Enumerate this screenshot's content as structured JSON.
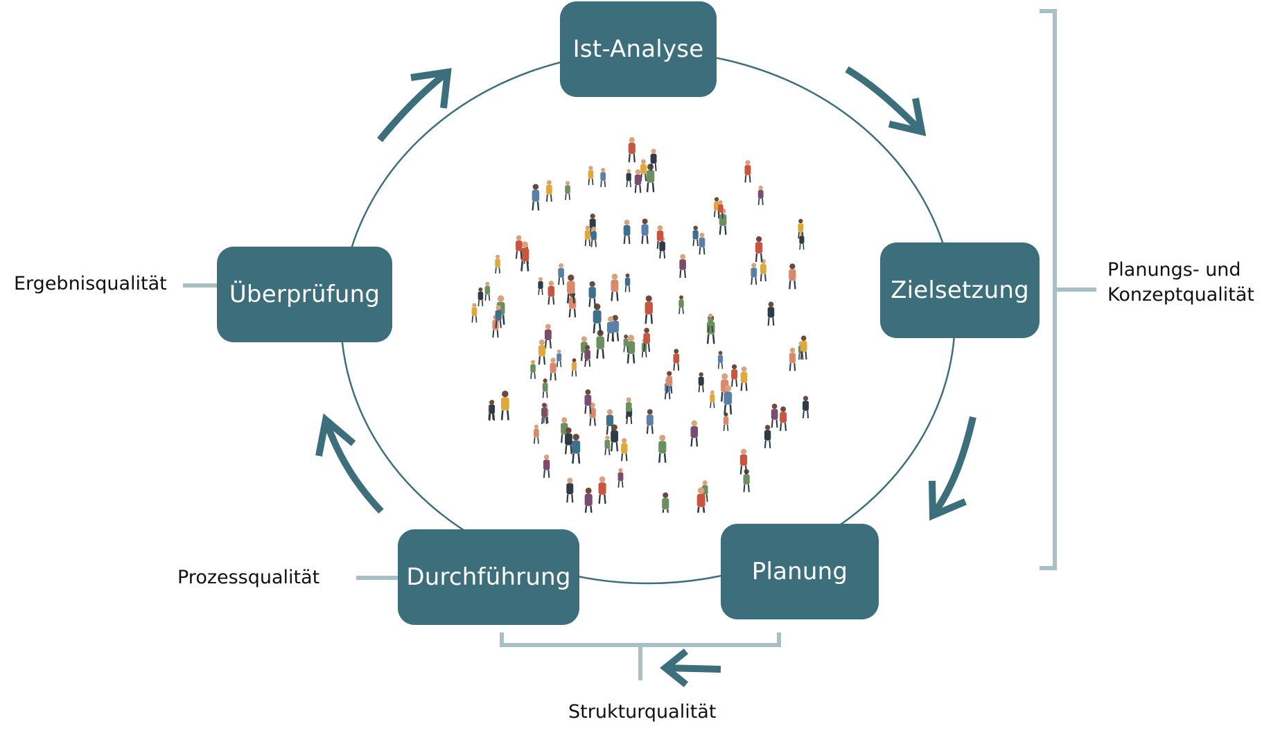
{
  "colors": {
    "box_fill": "#3c6e7c",
    "arrow": "#3c6e7c",
    "circle_line": "#3c6e7c",
    "bracket": "#a9bfc6",
    "text": "#111111"
  },
  "stages": [
    {
      "id": "ist-analyse",
      "label": "Ist-Analyse"
    },
    {
      "id": "zielsetzung",
      "label": "Zielsetzung"
    },
    {
      "id": "planung",
      "label": "Planung"
    },
    {
      "id": "durchfuehrung",
      "label": "Durchführung"
    },
    {
      "id": "ueberpruefung",
      "label": "Überprüfung"
    }
  ],
  "quality_labels": {
    "ergebnis": "Ergebnisqualität",
    "prozess": "Prozessqualität",
    "struktur": "Strukturqualität",
    "planung_line1": "Planungs- und",
    "planung_line2": "Konzeptqualität"
  },
  "illustration": {
    "icon": "people-crowd-illustration"
  }
}
